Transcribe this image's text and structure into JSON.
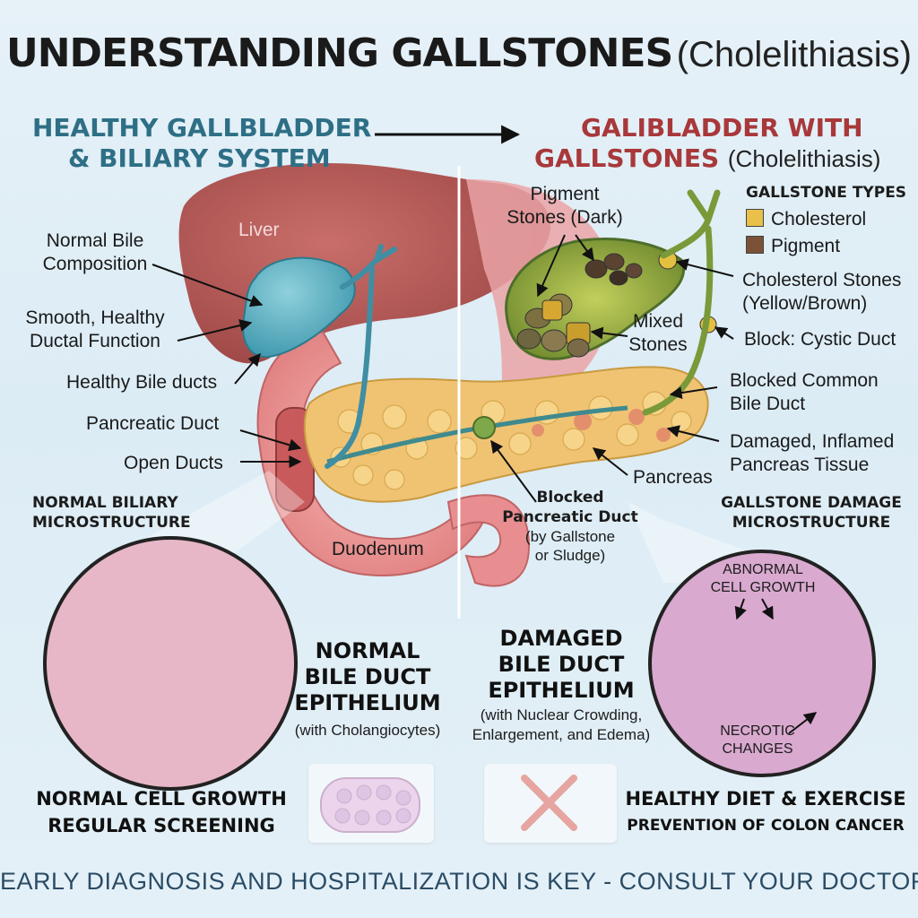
{
  "title": {
    "main": "UNDERSTANDING GALLSTONES",
    "sub": "(Cholelithiasis)"
  },
  "left_heading": {
    "line1": "HEALTHY GALLBLADDER",
    "line2": "& BILIARY SYSTEM"
  },
  "right_heading": {
    "line1": "GALIBLADDER WITH",
    "line2": "GALLSTONES",
    "sub": "(Cholelithiasis)"
  },
  "organ_labels": {
    "liver": "Liver",
    "duodenum": "Duodenum",
    "pancreas": "Pancreas"
  },
  "left_labels": {
    "normal_bile_1": "Normal Bile",
    "normal_bile_2": "Composition",
    "smooth_1": "Smooth, Healthy",
    "smooth_2": "Ductal Function",
    "healthy_ducts": "Healthy Bile ducts",
    "pancreatic_duct": "Pancreatic Duct",
    "open_ducts": "Open Ducts"
  },
  "right_labels": {
    "pigment_1": "Pigment",
    "pigment_2": "Stones (Dark)",
    "mixed_1": "Mixed",
    "mixed_2": "Stones",
    "chol_1": "Cholesterol Stones",
    "chol_2": "(Yellow/Brown)",
    "cystic": "Block: Cystic Duct",
    "common_1": "Blocked Common",
    "common_2": "Bile Duct",
    "damaged_1": "Damaged, Inflamed",
    "damaged_2": "Pancreas Tissue",
    "blocked_pd_1": "Blocked",
    "blocked_pd_2": "Pancreatic Duct",
    "blocked_pd_3": "(by Gallstone",
    "blocked_pd_4": "or Sludge)"
  },
  "legend": {
    "title": "GALLSTONE TYPES",
    "items": [
      {
        "label": "Cholesterol",
        "color": "#e8c04a"
      },
      {
        "label": "Pigment",
        "color": "#7b5237"
      }
    ]
  },
  "micro": {
    "normal_1": "NORMAL BILIARY",
    "normal_2": "MICROSTRUCTURE",
    "damage_1": "GALLSTONE DAMAGE",
    "damage_2": "MICROSTRUCTURE",
    "abnormal_1": "ABNORMAL",
    "abnormal_2": "CELL GROWTH",
    "necrotic_1": "NECROTIC",
    "necrotic_2": "CHANGES"
  },
  "epithelium": {
    "normal_1": "NORMAL",
    "normal_2": "BILE DUCT",
    "normal_3": "EPITHELIUM",
    "normal_sub": "(with Cholangiocytes)",
    "damaged_1": "DAMAGED",
    "damaged_2": "BILE DUCT",
    "damaged_3": "EPITHELIUM",
    "damaged_sub_1": "(with Nuclear Crowding,",
    "damaged_sub_2": "Enlargement, and Edema)"
  },
  "bottom": {
    "left_1": "NORMAL CELL GROWTH",
    "left_2": "REGULAR SCREENING",
    "right_1": "HEALTHY DIET & EXERCISE",
    "right_2": "PREVENTION OF COLON CANCER"
  },
  "footer": "EARLY DIAGNOSIS AND HOSPITALIZATION IS KEY - CONSULT YOUR DOCTOR",
  "colors": {
    "healthy_heading": "#2e6f86",
    "disease_heading": "#a8383a"
  }
}
